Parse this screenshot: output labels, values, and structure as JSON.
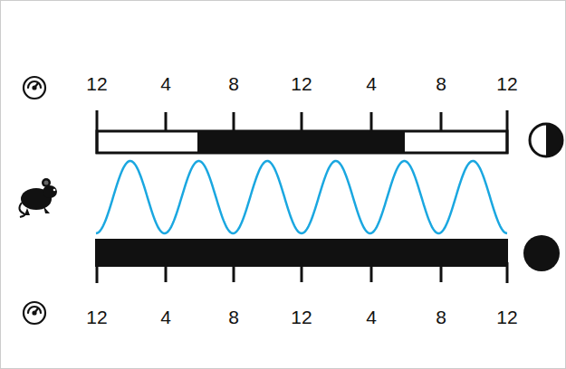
{
  "diagram": {
    "labels": [
      "12",
      "4",
      "8",
      "12",
      "4",
      "8",
      "12",
      "12",
      "4",
      "8",
      "12",
      "4",
      "8",
      "12"
    ]
  }
}
